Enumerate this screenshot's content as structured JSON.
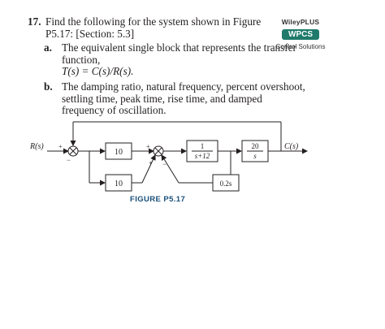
{
  "problem": {
    "number": "17.",
    "text": "Find the following for the system shown in Figure P5.17: [Section: 5.3]"
  },
  "parts": {
    "a_label": "a.",
    "a_text": "The equivalent single block that represents the transfer function,",
    "a_eq": "T(s) = C(s)/R(s).",
    "b_label": "b.",
    "b_text": "The damping ratio, natural frequency, percent overshoot, settling time, peak time, rise time, and damped frequency of oscillation."
  },
  "badge": {
    "wileyplus": "WileyPLUS",
    "wpcs": "WPCS",
    "control_solutions": "Control Solutions"
  },
  "diagram": {
    "input": "R(s)",
    "output": "C(s)",
    "block1": "10",
    "block2_num": "1",
    "block2_den": "s+12",
    "block3_num": "20",
    "block3_den": "s",
    "block_lower_left": "10",
    "block_lower_right": "0.2s",
    "sign_plus": "+",
    "sign_minus": "−"
  },
  "figure_caption": "FIGURE P5.17"
}
